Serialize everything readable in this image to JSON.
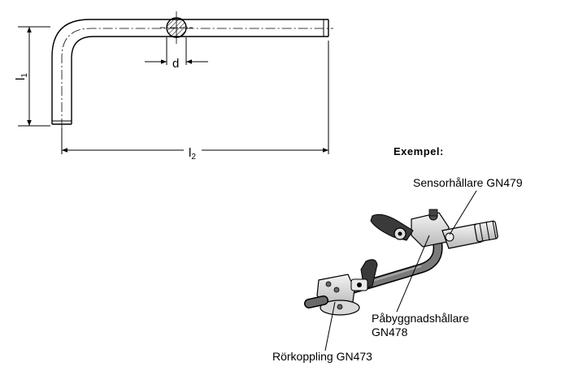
{
  "drawing": {
    "dim_d": "d",
    "dim_l1_base": "l",
    "dim_l1_sub": "1",
    "dim_l2_base": "l",
    "dim_l2_sub": "2"
  },
  "example": {
    "heading": "Exempel:",
    "label_sensor": "Sensorhållare GN479",
    "label_pabyggnad_line1": "Påbyggnadshållare",
    "label_pabyggnad_line2": "GN478",
    "label_rorkoppling": "Rörkoppling GN473"
  },
  "colors": {
    "line": "#000000",
    "metal_light": "#e6e6e6",
    "metal_mid": "#bdbdbd",
    "rod_dark": "#6f6f6f",
    "lever_dark": "#3a3a3a"
  }
}
